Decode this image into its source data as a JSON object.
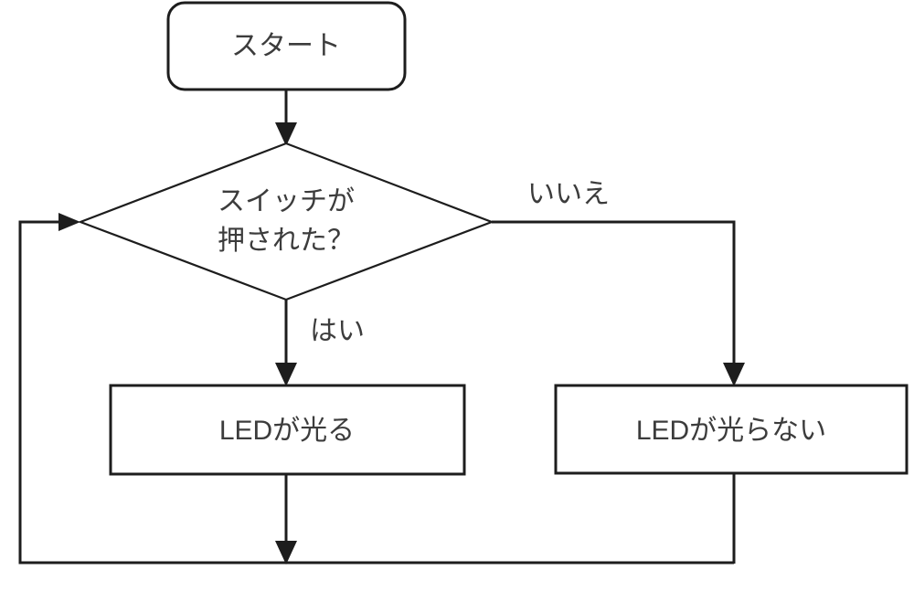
{
  "diagram": {
    "type": "flowchart",
    "title": "",
    "language": "ja",
    "background_color": "#ffffff",
    "stroke_color": "#1d1d1d",
    "text_color": "#3c3c3c",
    "nodes": {
      "start": {
        "label": "スタート",
        "shape": "rounded-rectangle"
      },
      "decision": {
        "label_line1": "スイッチが",
        "label_line2": "押された？",
        "shape": "diamond"
      },
      "process_yes": {
        "label": "LEDが光る",
        "shape": "rectangle"
      },
      "process_no": {
        "label": "LEDが光らない",
        "shape": "rectangle"
      }
    },
    "edges": {
      "start_to_decision": {
        "label": ""
      },
      "decision_yes": {
        "label": "はい"
      },
      "decision_no": {
        "label": "いいえ"
      },
      "loop_back": {
        "label": ""
      }
    }
  }
}
